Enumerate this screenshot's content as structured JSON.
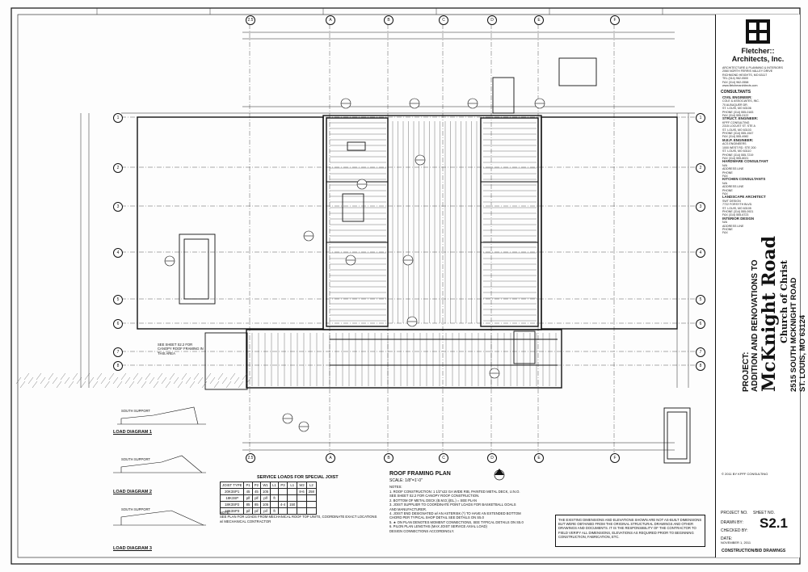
{
  "firm": {
    "name_line1": "Fletcher::",
    "name_line2": "Architects, Inc.",
    "address_lines": [
      "ARCHITECTURE & PLANNING & INTERIORS",
      "2060 NORTH FERRIS VALLEY DRIVE",
      "RICHMOND HEIGHTS, MO 63117",
      "TEL (314) 962-0500",
      "FAX (314) 962-0558",
      "www.fletcherarchitects.com"
    ]
  },
  "consultants": {
    "heading": "CONSULTANTS",
    "groups": [
      {
        "role": "CIVIL ENGINEER:",
        "lines": [
          "COLE & ASSOCIATES, INC.",
          "70 ALBUQUER DR.",
          "ST. LOUIS, MO 63106",
          "PHONE (314) 555-0183",
          "FAX (314) 555-0122"
        ]
      },
      {
        "role": "STRUCT. ENGINEER:",
        "lines": [
          "KPFF CONSULTING",
          "2315 LOCUST ST. STE A",
          "ST. LOUIS, MO 63103",
          "PHONE (314) 555-1547",
          "FAX (314) 555-4982"
        ]
      },
      {
        "role": "M.E.P. ENGINEER:",
        "lines": [
          "ACS ENGINEERS",
          "1000 WEST RD. STE 200",
          "ST. LOUIS, MO 63110",
          "PHONE (314) 555-7219",
          "FAX (314) 555-8021"
        ]
      },
      {
        "role": "HARDWARE CONSULTANT",
        "lines": [
          "N/A",
          "ADDRESS LINE",
          "PHONE",
          "FAX"
        ]
      },
      {
        "role": "KITCHEN CONSULTANTS",
        "lines": [
          "N/A",
          "ADDRESS LINE",
          "PHONE",
          "FAX"
        ]
      },
      {
        "role": "LANDSCAPE ARCHITECT",
        "lines": [
          "SWT DESIGN",
          "7722 FORSYTH BLVD.",
          "ST. LOUIS, MO 63105",
          "PHONE (314) 555-0921",
          "FAX (314) 555-6723"
        ]
      },
      {
        "role": "INTERIOR DESIGN",
        "lines": [
          "N/A",
          "ADDRESS LINE",
          "PHONE",
          "FAX"
        ]
      }
    ]
  },
  "project": {
    "label": "PROJECT:",
    "title": "ADDITION AND RENOVATIONS TO",
    "name": "McKnight Road",
    "subname": "Church of Christ",
    "address1": "2515 SOUTH MCKNIGHT ROAD",
    "address2": "ST. LOUIS, MO 63124"
  },
  "sheet": {
    "number": "S2.1",
    "title": "CONSTRUCTION/BID DRAWINGS",
    "project_no_label": "PROJECT NO.",
    "sheet_no_label": "SHEET NO.",
    "drawn_by_label": "DRAWN BY:",
    "checked_by_label": "CHECKED BY:",
    "date_label": "DATE:",
    "date": "NOVEMBER 1, 2011",
    "copyright": "© 2011 BY KPFF CONSULTING"
  },
  "plan": {
    "title": "ROOF FRAMING PLAN",
    "scale": "SCALE: 1/8\"=1'-0\"",
    "notes_heading": "NOTES:",
    "notes": [
      "1. ROOF CONSTRUCTION: 1 1/2\"x22 GA WIDE RIB, PAINTED METAL DECK, U.N.O.",
      "   SEE SHEET S2.2 FOR CANOPY ROOF CONSTRUCTION.",
      "2. BOTTOM OF METAL DECK (B.M.D.)(EL.) = SEE PLAN",
      "3. JOIST SUPPLIER TO COORDINATE POINT LOADS FOR BASKETBALL GOALS",
      "   AND MANUFACTURER.",
      "4. JOIST END DESIGNATED w/ AN ASTERISK (*) TO HAVE AN EXTENDED BOTTOM",
      "   CHORD PER TYPICAL SHOP DETAIL SEE DETAILS ON S5.0",
      "5. ★ ON PLAN DENOTES MOMENT CONNECTIONS, SEE TYPICAL DETAILS ON S5.0",
      "6. PILON PLAN LENGTHS (MAX JOIST SERVICE AXIAL LOAD)",
      "   DESIGN CONNECTIONS ACCORDINGLY."
    ],
    "grid_letters": [
      "2.5",
      "A",
      "B",
      "C",
      "D",
      "E",
      "F"
    ],
    "grid_numbers": [
      "1",
      "2",
      "3",
      "4",
      "5",
      "6",
      "7",
      "8"
    ],
    "see_sheet_note": "SEE SHEET S2.2 FOR CANOPY ROOF FRAMING IN THIS AREA"
  },
  "service_loads": {
    "title": "SERVICE LOADS FOR SPECIAL JOIST",
    "headers": [
      "JOIST TYPE",
      "P1",
      "P2",
      "W1",
      "L1",
      "P3",
      "L1",
      "W2",
      "L2"
    ],
    "rows": [
      [
        "20K3SP1",
        "45",
        "45",
        "105",
        "",
        "",
        "",
        "8-6",
        "258"
      ],
      [
        "18K3SP",
        "plf",
        "plf",
        "plf",
        "ft",
        "",
        "",
        "",
        ""
      ],
      [
        "18K3SP2",
        "85",
        "85",
        "105",
        "",
        "4-4",
        "150",
        "",
        ""
      ],
      [
        "18K3SP3",
        "pif",
        "pif",
        "pif",
        "ft",
        "",
        "",
        "",
        ""
      ]
    ],
    "note_lines": [
      "NOTE:",
      "SEE PLAN FOR LOADS FROM MECHANICAL ROOF TOP UNITS, COORDINATE EXACT LOCATIONS",
      "w/ MECHANICAL CONTRACTOR"
    ]
  },
  "load_diagrams": [
    {
      "label": "LOAD DIAGRAM 1",
      "support": "SOUTH SUPPORT"
    },
    {
      "label": "LOAD DIAGRAM 2",
      "support": "SOUTH SUPPORT"
    },
    {
      "label": "LOAD DIAGRAM 3",
      "support": "SOUTH SUPPORT"
    }
  ],
  "disclaimer": "THE EXISTING DIMENSIONS AND ELEVATIONS SHOWN ARE NOT AS-BUILT DIMENSIONS BUT WERE OBTAINED FROM THE ORIGINAL STRUCTURAL DRAWINGS AND OTHER DRAWINGS AND DOCUMENTS. IT IS THE RESPONSIBILITY OF THE CONTRACTOR TO FIELD VERIFY ALL DIMENSIONS, ELEVATIONS AS REQUIRED PRIOR TO BEGINNING CONSTRUCTION, FABRICATION, ETC.",
  "colors": {
    "ink": "#111111",
    "paper": "#fdfdfd"
  }
}
